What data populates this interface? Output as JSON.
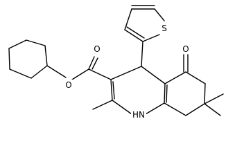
{
  "molecule": {
    "atoms": {
      "oxygen_ketone": "O",
      "oxygen_carbonyl": "O",
      "oxygen_ester": "O",
      "sulfur": "S",
      "nitrogen": "HN"
    }
  },
  "colors": {
    "line": "#000000",
    "background": "#ffffff"
  }
}
